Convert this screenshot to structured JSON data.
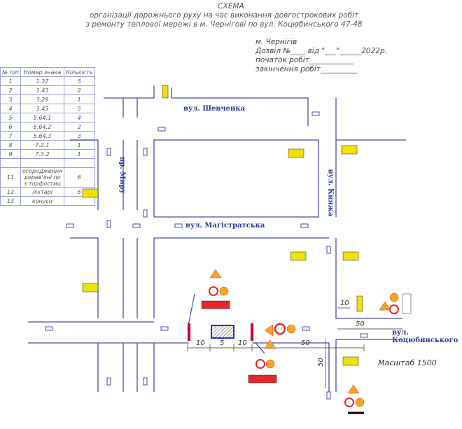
{
  "header": {
    "title": "СХЕМА",
    "line1": "організації дорожнього руху на час виконання довгострокових робіт",
    "line2": "з ремонту теплової мережі в м. Чернігові по вул. Коцюбинського 47-48"
  },
  "meta": {
    "city": "м. Чернігів",
    "permit": "Дозвіл №____ від \"___\"______2022р.",
    "start": "початок робіт____________",
    "end": "закінчення робіт__________"
  },
  "table": {
    "headers": [
      "№ п/п",
      "Номер знака",
      "Кількість"
    ],
    "rows": [
      [
        "1",
        "1.37",
        "5"
      ],
      [
        "2",
        "1.43",
        "2"
      ],
      [
        "3",
        "3.29",
        "1"
      ],
      [
        "4",
        "3.43",
        "5"
      ],
      [
        "5",
        "5.64.1",
        "4"
      ],
      [
        "6",
        "5.64.2",
        "2"
      ],
      [
        "7",
        "5.64.3",
        "3"
      ],
      [
        "8",
        "7.2.1",
        "1"
      ],
      [
        "9",
        "7.3.2",
        "1"
      ],
      [
        "",
        "",
        ""
      ],
      [
        "11",
        "огородження дерев'яні по з торфостиц",
        "6"
      ],
      [
        "12",
        "ліхтарі",
        "6"
      ],
      [
        "13",
        "конуси",
        ""
      ]
    ]
  },
  "streets": {
    "shevchenka": "вул. Шевченка",
    "myru": "пр. Миру",
    "mahistratska": "вул. Магістратська",
    "kniazha": "вул. Княжа",
    "kotsiubynskoho": "вул. Коцюбинського"
  },
  "dimensions": {
    "d1": "10",
    "d2": "5",
    "d3": "10",
    "d4": "50",
    "d5": "10",
    "d6": "50",
    "d7": "50"
  },
  "scale": "Масштаб 1500",
  "colors": {
    "road": "#4a4aa8",
    "sign_yellow": "#f4e100",
    "sign_red": "#e8262a",
    "sign_orange": "#f5a623"
  }
}
